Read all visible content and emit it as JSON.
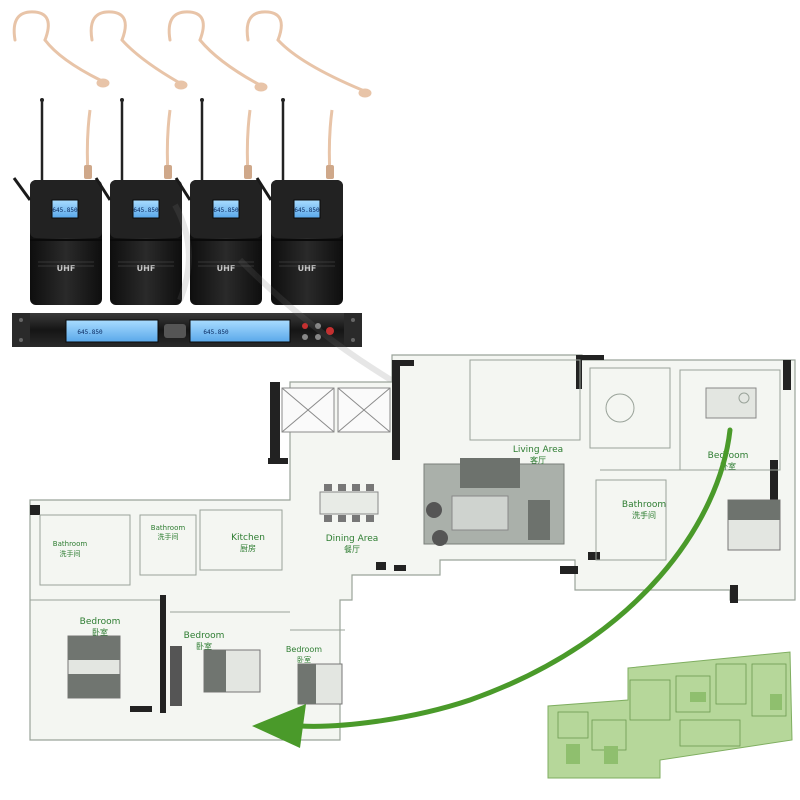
{
  "product": {
    "unit_brand": "UHF",
    "unit_count": 4,
    "lcd_readout": "645.850",
    "receiver_lcd_left": "645.850",
    "receiver_lcd_right": "645.850"
  },
  "floorplan": {
    "rooms": [
      {
        "id": "living",
        "label": "Living Area",
        "label_cn": "客厅"
      },
      {
        "id": "bedroom-master",
        "label": "Bedroom",
        "label_cn": "卧室"
      },
      {
        "id": "bathroom-right",
        "label": "Bathroom",
        "label_cn": "洗手间"
      },
      {
        "id": "dining",
        "label": "Dining Area",
        "label_cn": "餐厅"
      },
      {
        "id": "kitchen",
        "label": "Kitchen",
        "label_cn": "厨房"
      },
      {
        "id": "bathroom-mid",
        "label": "Bathroom",
        "label_cn": "洗手间"
      },
      {
        "id": "bathroom-left",
        "label": "Bathroom",
        "label_cn": "洗手间"
      },
      {
        "id": "bedroom-left",
        "label": "Bedroom",
        "label_cn": "卧室"
      },
      {
        "id": "bedroom-mid",
        "label": "Bedroom",
        "label_cn": "卧室"
      },
      {
        "id": "bedroom-small",
        "label": "Bedroom",
        "label_cn": "卧室"
      }
    ]
  },
  "colors": {
    "arrow": "#4a9a2a",
    "room_label": "#2e7d32",
    "unit_body": "#1c1c1c",
    "lcd": "#7fc4ff",
    "thumbnail": "#b6d79a"
  }
}
